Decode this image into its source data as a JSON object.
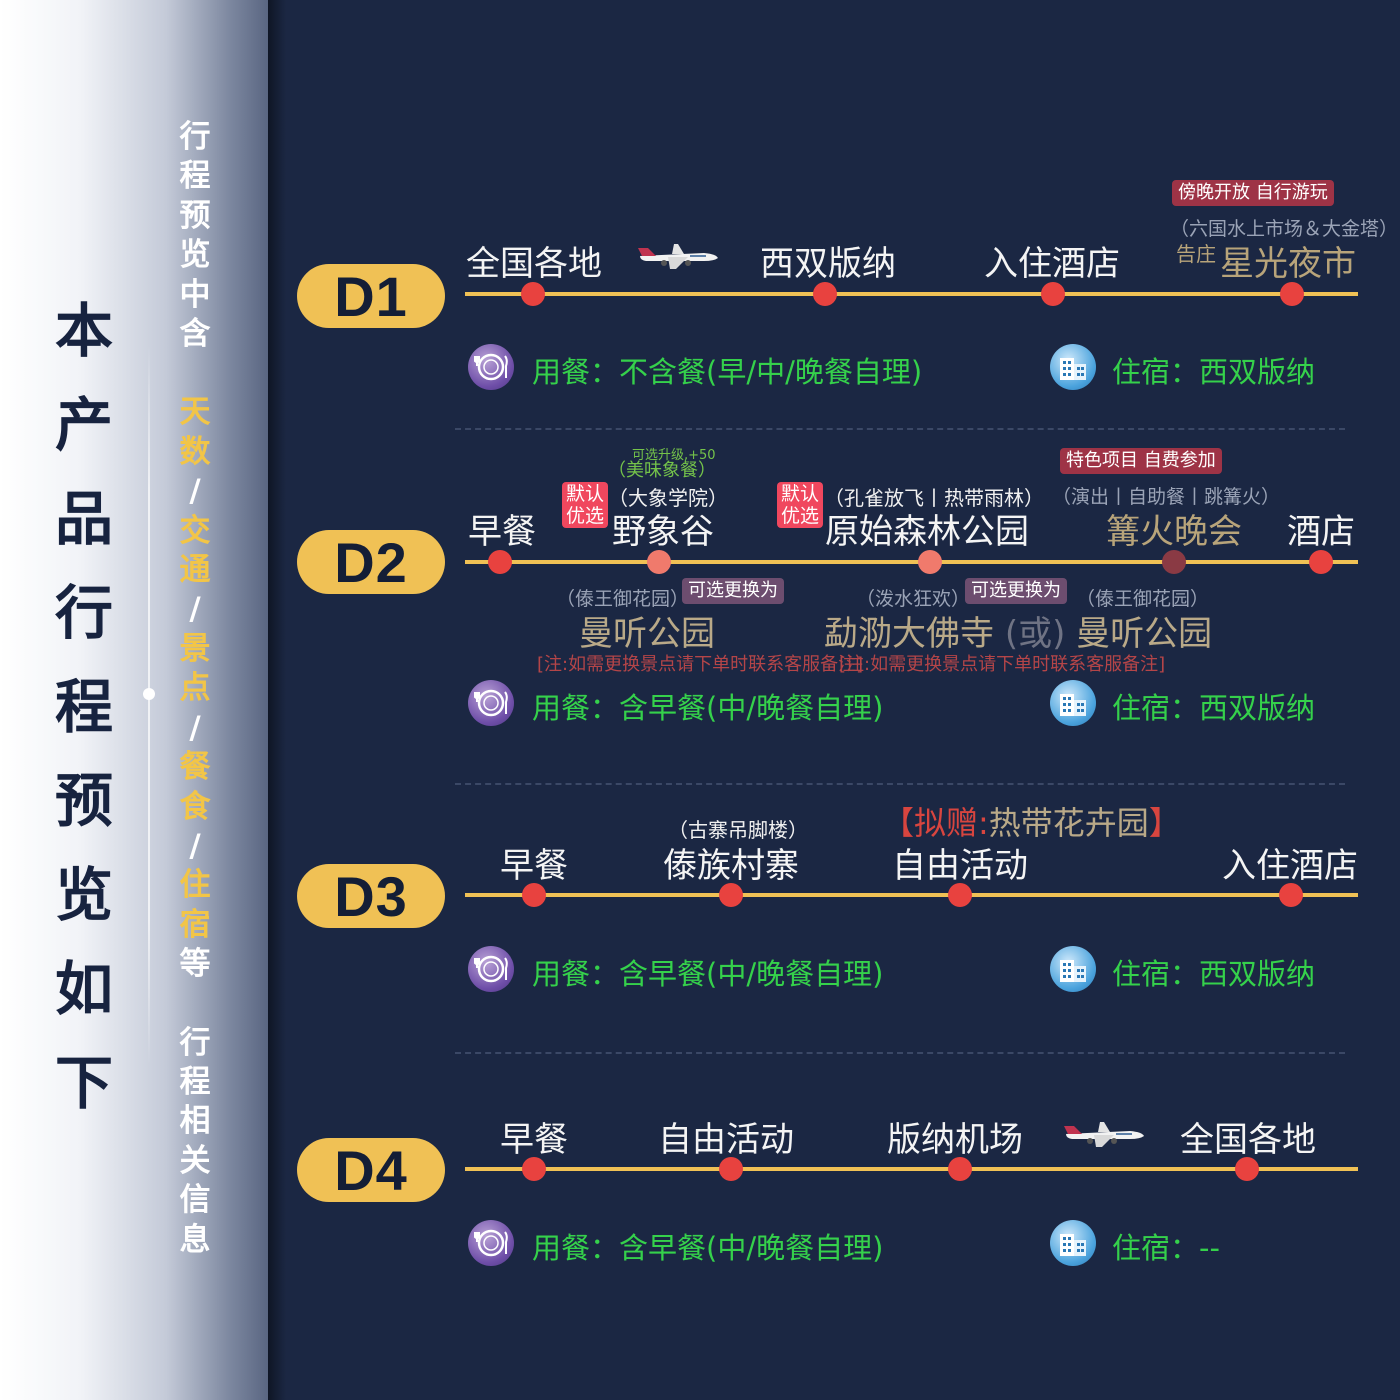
{
  "sidebar": {
    "title_chars": [
      "本",
      "产",
      "品",
      "行",
      "程",
      "预",
      "览",
      "如",
      "下"
    ],
    "sub_chars": [
      {
        "c": "行",
        "hl": false
      },
      {
        "c": "程",
        "hl": false
      },
      {
        "c": "预",
        "hl": false
      },
      {
        "c": "览",
        "hl": false
      },
      {
        "c": "中",
        "hl": false
      },
      {
        "c": "含",
        "hl": false
      },
      {
        "c": "",
        "hl": false
      },
      {
        "c": "天",
        "hl": true
      },
      {
        "c": "数",
        "hl": true
      },
      {
        "c": "/",
        "hl": false
      },
      {
        "c": "交",
        "hl": true
      },
      {
        "c": "通",
        "hl": true
      },
      {
        "c": "/",
        "hl": false
      },
      {
        "c": "景",
        "hl": true
      },
      {
        "c": "点",
        "hl": true
      },
      {
        "c": "/",
        "hl": false
      },
      {
        "c": "餐",
        "hl": true
      },
      {
        "c": "食",
        "hl": true
      },
      {
        "c": "/",
        "hl": false
      },
      {
        "c": "住",
        "hl": true
      },
      {
        "c": "宿",
        "hl": true
      },
      {
        "c": "等",
        "hl": false
      },
      {
        "c": "",
        "hl": false
      },
      {
        "c": "行",
        "hl": false
      },
      {
        "c": "程",
        "hl": false
      },
      {
        "c": "相",
        "hl": false
      },
      {
        "c": "关",
        "hl": false
      },
      {
        "c": "信",
        "hl": false
      },
      {
        "c": "息",
        "hl": false
      }
    ]
  },
  "d1": {
    "badge": "D1",
    "stops": [
      "全国各地",
      "西双版纳",
      "入住酒店",
      "星光夜市"
    ],
    "night_pill": "傍晚开放 自行游玩",
    "night_note": "（六国水上市场＆大金塔）",
    "night_prefix": "告庄",
    "meal": "用餐：不含餐(早/中/晚餐自理)",
    "hotel": "住宿：西双版纳"
  },
  "d2": {
    "badge": "D2",
    "stops": [
      "早餐",
      "野象谷",
      "原始森林公园",
      "篝火晚会",
      "酒店"
    ],
    "upgrade_note": "可选升级,+50",
    "upgrade_item": "（美味象餐）",
    "default_tag": "默认优选",
    "note_elephant": "（大象学院）",
    "note_forest": "（孔雀放飞丨热带雨林）",
    "special_pill": "特色项目 自费参加",
    "bonfire_note": "（演出丨自助餐丨跳篝火）",
    "alt1_note": "（傣王御花园）",
    "alt1_pill": "可选更换为",
    "alt1_name": "曼听公园",
    "alt1_red": "[注:如需更换景点请下单时联系客服备注]",
    "alt2_note_left": "（泼水狂欢）",
    "alt2_pill": "可选更换为",
    "alt2_note_right": "（傣王御花园）",
    "alt2_a": "勐泐大佛寺",
    "alt2_or": "(或)",
    "alt2_b": "曼听公园",
    "alt2_red": "[注:如需更换景点请下单时联系客服备注]",
    "meal": "用餐：含早餐(中/晚餐自理)",
    "hotel": "住宿：西双版纳"
  },
  "d3": {
    "badge": "D3",
    "stops": [
      "早餐",
      "傣族村寨",
      "自由活动",
      "入住酒店"
    ],
    "village_note": "（古寨吊脚楼）",
    "gift_open": "【拟赠:",
    "gift_text": "热带花卉园",
    "gift_close": "】",
    "meal": "用餐：含早餐(中/晚餐自理)",
    "hotel": "住宿：西双版纳"
  },
  "d4": {
    "badge": "D4",
    "stops": [
      "早餐",
      "自由活动",
      "版纳机场",
      "全国各地"
    ],
    "meal": "用餐：含早餐(中/晚餐自理)",
    "hotel": "住宿：--"
  },
  "icons": {
    "plane": "airplane-icon",
    "meal": "dining-plate-icon",
    "hotel": "hotel-building-icon"
  },
  "colors": {
    "background": "#1b2743",
    "gold": "#f0c155",
    "dot_red": "#e8423f",
    "info_green": "#35d14b",
    "highlight_yellow": "#f2c547"
  }
}
